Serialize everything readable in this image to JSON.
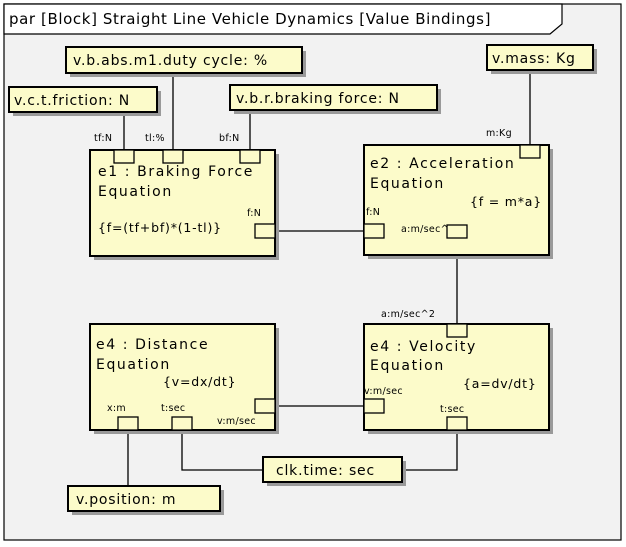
{
  "frame": {
    "title": "par [Block] Straight Line Vehicle Dynamics [Value Bindings]"
  },
  "values": {
    "duty_cycle": "v.b.abs.m1.duty cycle: %",
    "friction": "v.c.t.friction: N",
    "braking_force": "v.b.r.braking force: N",
    "mass": "v.mass: Kg",
    "position": "v.position: m",
    "clk_time": "clk.time: sec"
  },
  "blocks": {
    "e1": {
      "title_1": "e1 : Braking Force",
      "title_2": "Equation",
      "equation": "{f=(tf+bf)*(1-tl)}"
    },
    "e2": {
      "title_1": "e2 : Acceleration",
      "title_2": "Equation",
      "equation": "{f = m*a}"
    },
    "e4d": {
      "title_1": "e4 : Distance",
      "title_2": "Equation",
      "equation": "{v=dx/dt}"
    },
    "e4v": {
      "title_1": "e4 : Velocity",
      "title_2": "Equation",
      "equation": "{a=dv/dt}"
    }
  },
  "ports": {
    "e1_tf": "tf:N",
    "e1_tl": "tl:%",
    "e1_bf": "bf:N",
    "e1_f": "f:N",
    "e2_m": "m:Kg",
    "e2_f": "f:N",
    "e2_a": "a:m/sec^2",
    "e4v_a": "a:m/sec^2",
    "e4v_v": "v:m/sec",
    "e4v_t": "t:sec",
    "e4d_x": "x:m",
    "e4d_t": "t:sec",
    "e4d_v": "v:m/sec"
  },
  "colors": {
    "block_fill": "#fcfbca",
    "frame_fill": "#f2f2f2",
    "shadow": "#9a9a9a",
    "stroke": "#000000"
  }
}
